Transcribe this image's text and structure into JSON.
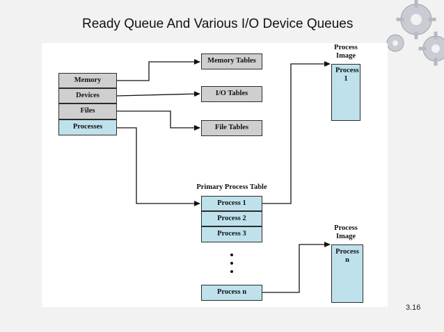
{
  "slide": {
    "title": "Ready Queue And Various I/O Device Queues",
    "page_number": "3.16"
  },
  "diagram": {
    "os_tables": [
      "Memory",
      "Devices",
      "Files",
      "Processes"
    ],
    "targets": {
      "memory_tables": "Memory Tables",
      "io_tables": "I/O Tables",
      "file_tables": "File Tables"
    },
    "primary_table_label": "Primary Process Table",
    "process_rows": [
      "Process 1",
      "Process 2",
      "Process 3",
      "Process n"
    ],
    "process_image_label": "Process Image",
    "process_image_1": "Process 1",
    "process_image_n": "Process n"
  },
  "colors": {
    "gray_box": "#cfcfcf",
    "blue_box": "#bfe1ec",
    "background": "#f2f2f2"
  }
}
